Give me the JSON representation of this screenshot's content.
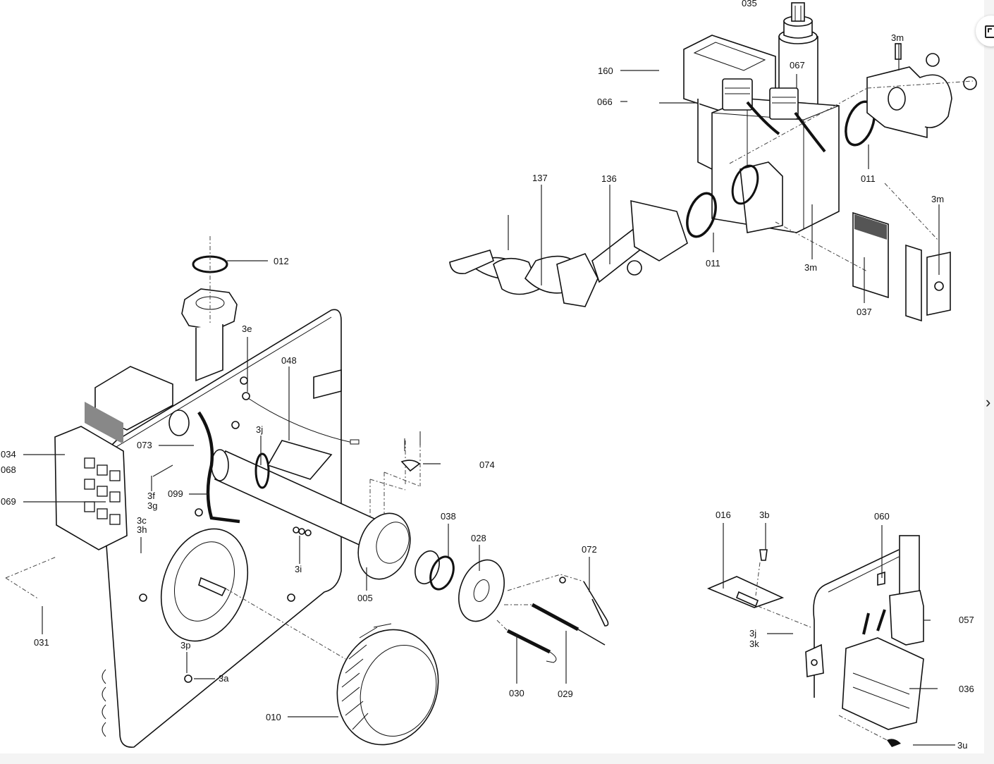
{
  "viewer": {
    "next_glyph": "›",
    "prev_glyph": "‹",
    "toolbar_icon": "open-in-new-window-icon"
  },
  "diagram": {
    "type": "exploded-parts-diagram",
    "labels": {
      "l035": "035",
      "l160": "160",
      "l066": "066",
      "l067": "067",
      "l3m_top": "3m",
      "l011_top": "011",
      "l137": "137",
      "l136": "136",
      "l011_mid": "011",
      "l3m_mid": "3m",
      "l037": "037",
      "l3m_right": "3m",
      "l012": "012",
      "l3e": "3e",
      "l048": "048",
      "l3j_top": "3j",
      "l073": "073",
      "l034": "034",
      "l068": "068",
      "l069": "069",
      "l3f": "3f",
      "l3g": "3g",
      "l099": "099",
      "l074": "074",
      "l3c": "3c",
      "l3h": "3h",
      "l3i": "3i",
      "l038": "038",
      "l028": "028",
      "l005": "005",
      "l072": "072",
      "l031": "031",
      "l3p": "3p",
      "l3a": "3a",
      "l010": "010",
      "l030": "030",
      "l029": "029",
      "l016": "016",
      "l3b": "3b",
      "l060": "060",
      "l057": "057",
      "l3j_bot": "3j",
      "l3k": "3k",
      "l036": "036",
      "l3u": "3u"
    }
  }
}
